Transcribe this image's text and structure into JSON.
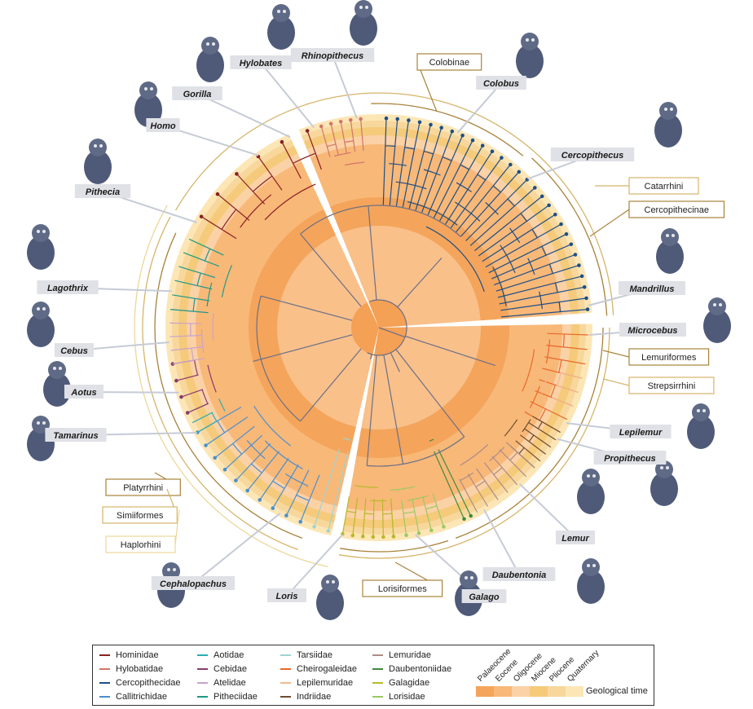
{
  "colors": {
    "Hominidae": "#8b1f24",
    "Hylobatidae": "#d2766a",
    "Cercopithecidae": "#1d4f86",
    "Callitrichidae": "#4a8fd0",
    "Aotidae": "#2aaeb0",
    "Cebidae": "#8a3b6c",
    "Atelidae": "#c7a3cc",
    "Pitheciidae": "#1c9a87",
    "Tarsiidae": "#9ed4cf",
    "Cheirogaleidae": "#e8692b",
    "Lepilemuridae": "#f1b990",
    "Indriidae": "#6b4d2e",
    "Lemuridae": "#ad8c86",
    "Daubentoniidae": "#3f8b3d",
    "Galagidae": "#b8b92a",
    "Lorisidae": "#9bc963"
  },
  "geo_colors": [
    "#f4a55b",
    "#f8b878",
    "#fbd1a6",
    "#f5ca7a",
    "#f8d79c",
    "#fde6b6"
  ],
  "genera": [
    {
      "name": "Homo",
      "icon": "human-icon"
    },
    {
      "name": "Gorilla",
      "icon": "gorilla-icon"
    },
    {
      "name": "Hylobates",
      "icon": "gibbon-icon"
    },
    {
      "name": "Rhinopithecus",
      "icon": "snub-nosed-monkey-icon"
    },
    {
      "name": "Colobus",
      "icon": "colobus-icon"
    },
    {
      "name": "Cercopithecus",
      "icon": "guenon-icon"
    },
    {
      "name": "Mandrillus",
      "icon": "mandrill-icon"
    },
    {
      "name": "Microcebus",
      "icon": "mouse-lemur-icon"
    },
    {
      "name": "Lepilemur",
      "icon": "sportive-lemur-icon"
    },
    {
      "name": "Propithecus",
      "icon": "sifaka-icon"
    },
    {
      "name": "Lemur",
      "icon": "ring-tailed-lemur-icon"
    },
    {
      "name": "Daubentonia",
      "icon": "aye-aye-icon"
    },
    {
      "name": "Galago",
      "icon": "galago-icon"
    },
    {
      "name": "Loris",
      "icon": "loris-icon"
    },
    {
      "name": "Cephalopachus",
      "icon": "tarsier-icon"
    },
    {
      "name": "Tamarinus",
      "icon": "tamarin-icon"
    },
    {
      "name": "Aotus",
      "icon": "night-monkey-icon"
    },
    {
      "name": "Cebus",
      "icon": "capuchin-icon"
    },
    {
      "name": "Lagothrix",
      "icon": "woolly-monkey-icon"
    },
    {
      "name": "Pithecia",
      "icon": "saki-icon"
    }
  ],
  "clades": [
    "Colobinae",
    "Catarrhini",
    "Cercopithecinae",
    "Lemuriformes",
    "Strepsirrhini",
    "Platyrrhini",
    "Simiiformes",
    "Haplorhini",
    "Lorisiformes"
  ],
  "legend": {
    "families": [
      "Hominidae",
      "Hylobatidae",
      "Cercopithecidae",
      "Callitrichidae",
      "Aotidae",
      "Cebidae",
      "Atelidae",
      "Pitheciidae",
      "Tarsiidae",
      "Cheirogaleidae",
      "Lepilemuridae",
      "Indriidae",
      "Lemuridae",
      "Daubentoniidae",
      "Galagidae",
      "Lorisidae"
    ],
    "epochs": [
      "Palaeocene",
      "Eocene",
      "Oligocene",
      "Miocene",
      "Pliocene",
      "Quaternary"
    ],
    "time_title": "Geological time"
  }
}
